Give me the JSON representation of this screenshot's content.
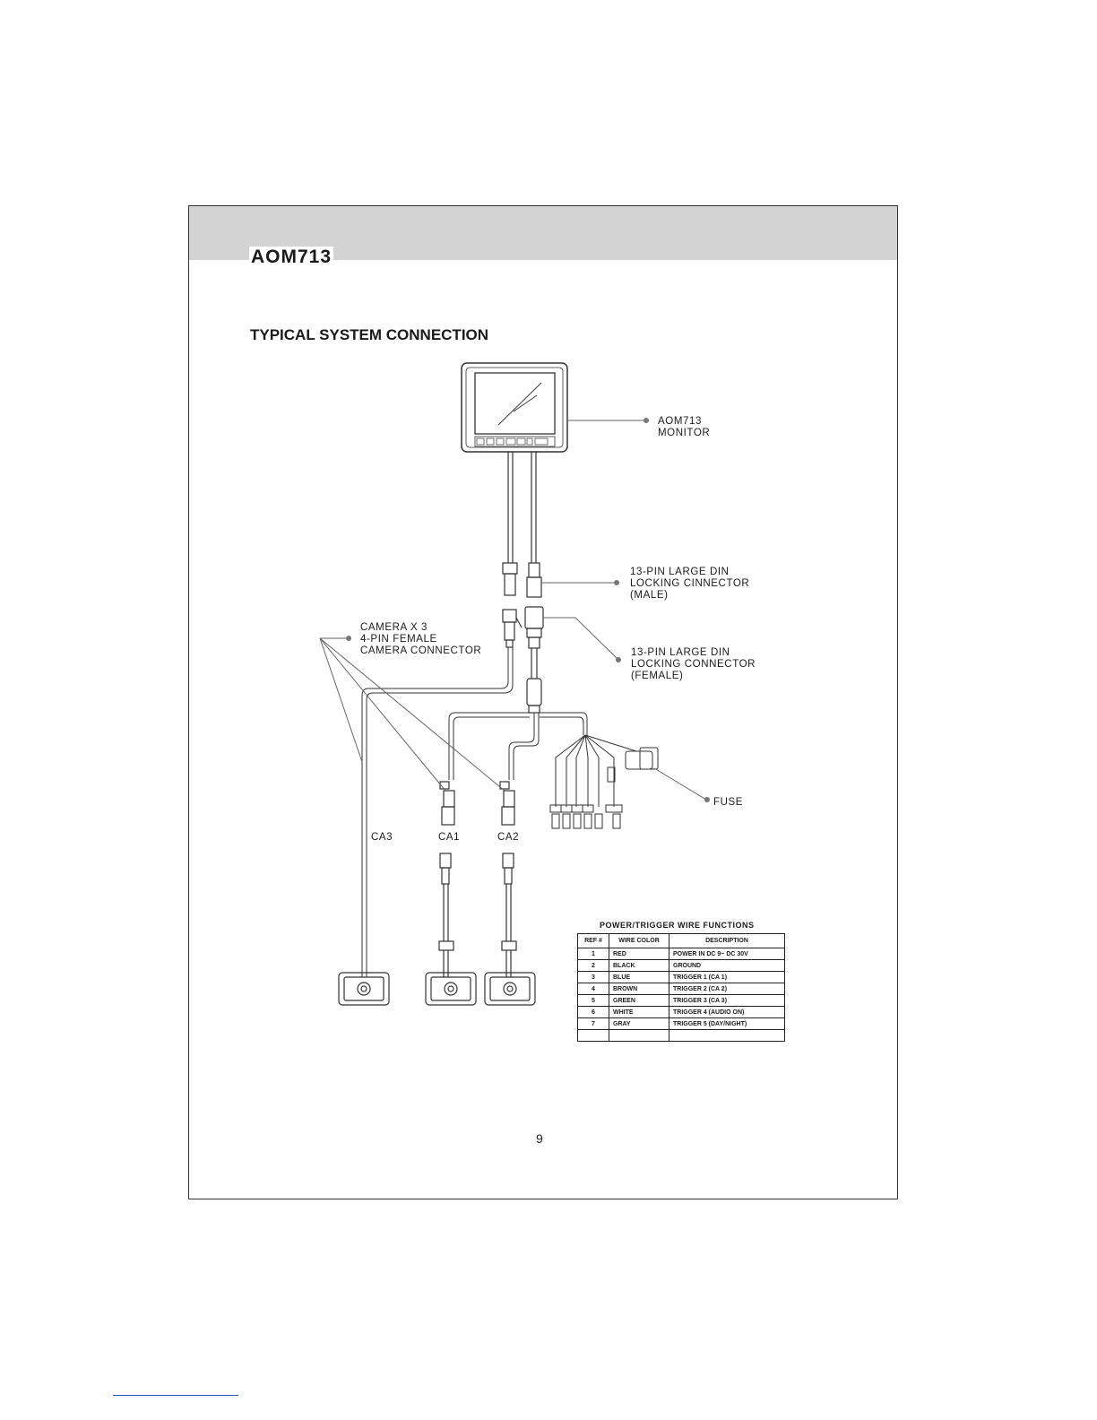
{
  "header": {
    "model": "AOM713"
  },
  "section": {
    "title": "TYPICAL SYSTEM CONNECTION"
  },
  "labels": {
    "monitor": "AOM713\nMONITOR",
    "connector_male": "13-PIN LARGE DIN\nLOCKING CINNECTOR\n(MALE)",
    "connector_female": "13-PIN LARGE DIN\nLOCKING CONNECTOR\n(FEMALE)",
    "camera_connector": "CAMERA X 3\n4-PIN FEMALE\nCAMERA CONNECTOR",
    "fuse": "FUSE",
    "ca3": "CA3",
    "ca1": "CA1",
    "ca2": "CA2"
  },
  "wire_table": {
    "title": "POWER/TRIGGER WIRE FUNCTIONS",
    "headers": [
      "REF #",
      "WIRE COLOR",
      "DESCRIPTION"
    ],
    "rows": [
      [
        "1",
        "RED",
        "POWER IN DC 9~ DC 30V"
      ],
      [
        "2",
        "BLACK",
        "GROUND"
      ],
      [
        "3",
        "BLUE",
        "TRIGGER 1 (CA 1)"
      ],
      [
        "4",
        "BROWN",
        "TRIGGER 2 (CA 2)"
      ],
      [
        "5",
        "GREEN",
        "TRIGGER 3 (CA 3)"
      ],
      [
        "6",
        "WHITE",
        "TRIGGER 4 (AUDIO ON)"
      ],
      [
        "7",
        "GRAY",
        "TRIGGER 5 (DAY/NIGHT)"
      ],
      [
        "",
        "",
        ""
      ]
    ]
  },
  "footer": {
    "page_number": "9"
  }
}
